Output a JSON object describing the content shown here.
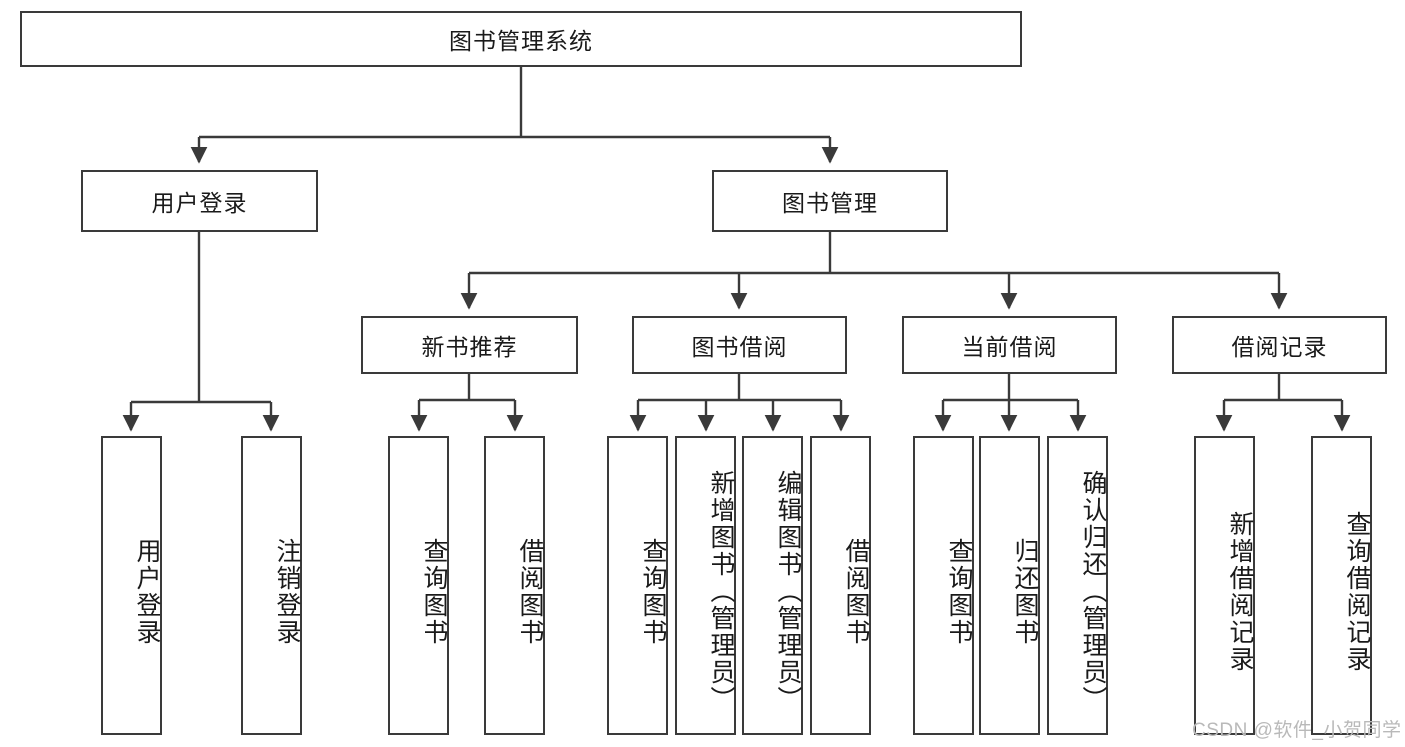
{
  "diagram": {
    "title": "图书管理系统",
    "type": "hierarchy-tree",
    "watermark": "CSDN @软件_小贺同学",
    "colors": {
      "border": "#3a3a3a",
      "background": "#ffffff",
      "text": "#1a1a1a",
      "watermark": "#b9b9b9"
    },
    "levels": {
      "root": {
        "label": "图书管理系统"
      },
      "level2": [
        {
          "label": "用户登录"
        },
        {
          "label": "图书管理"
        }
      ],
      "level3": [
        {
          "label": "新书推荐"
        },
        {
          "label": "图书借阅"
        },
        {
          "label": "当前借阅"
        },
        {
          "label": "借阅记录"
        }
      ]
    },
    "leaves": {
      "user_login": [
        {
          "label": "用户登录"
        },
        {
          "label": "注销登录"
        }
      ],
      "new_book_recommend": [
        {
          "label": "查询图书"
        },
        {
          "label": "借阅图书"
        }
      ],
      "book_borrow": [
        {
          "label": "查询图书"
        },
        {
          "label": "新增图书（管理员）"
        },
        {
          "label": "编辑图书（管理员）"
        },
        {
          "label": "借阅图书"
        }
      ],
      "current_borrow": [
        {
          "label": "查询图书"
        },
        {
          "label": "归还图书"
        },
        {
          "label": "确认归还（管理员）"
        }
      ],
      "borrow_record": [
        {
          "label": "新增借阅记录"
        },
        {
          "label": "查询借阅记录"
        }
      ]
    }
  }
}
